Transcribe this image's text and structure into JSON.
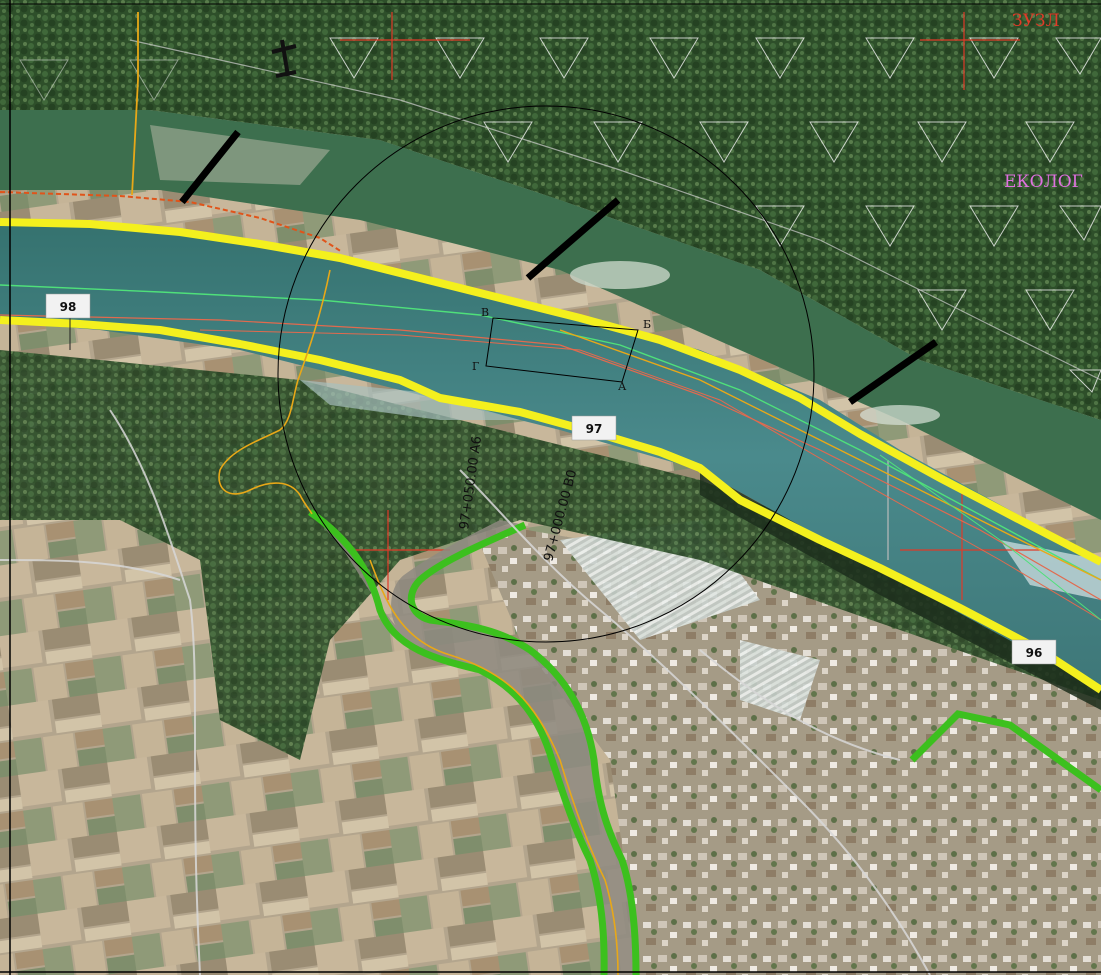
{
  "map": {
    "top_right_text": "ЗУЗЛ",
    "right_zone_text": "ЕКОЛОГ",
    "km_markers": [
      "98",
      "97",
      "96"
    ],
    "points": [
      "В",
      "Б",
      "Г",
      "А"
    ],
    "stations": [
      "97+050.00 A6",
      "97+000.00 B0"
    ],
    "colors": {
      "river_bank_line": "#f4f01e",
      "road_outline": "#3cc01e",
      "water": "#3b7d7e",
      "vegetation": "#2f5a2a",
      "farmland": "#b8a98f",
      "limit_line_orange": "#e0541a",
      "yellow_thin": "#e8a818",
      "green_thin": "#4fe07a",
      "cross_red": "#e03a28",
      "zone_text_pink": "#e070e0"
    }
  }
}
